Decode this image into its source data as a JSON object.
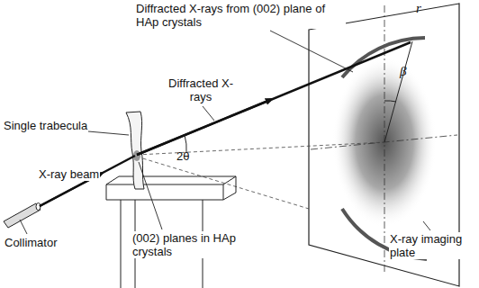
{
  "diagram": {
    "labels": [
      "Diffracted X-rays from (002) plane of HAp crystals",
      "r",
      "β",
      "Diffracted X-rays",
      "Single trabecula",
      "2θ",
      "X-ray beam",
      "(002) planes in HAp crystals",
      "Collimator",
      "X-ray imaging plate"
    ]
  }
}
